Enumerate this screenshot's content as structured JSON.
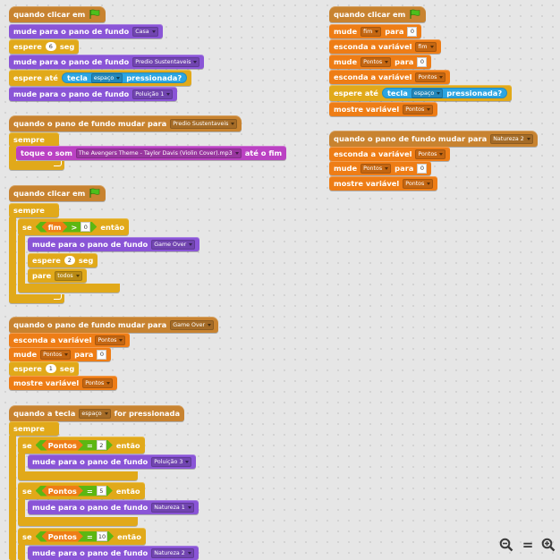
{
  "blocks": {
    "when_flag": "quando clicar em",
    "switch_backdrop": "mude para o pano de fundo",
    "wait": "espere",
    "seconds": "seg",
    "wait_until": "espere até",
    "key": "tecla",
    "pressed": "pressionada?",
    "when_backdrop": "quando o pano de fundo mudar para",
    "forever": "sempre",
    "play_sound": "toque o som",
    "until_done": "até o fim",
    "if": "se",
    "then": "então",
    "stop": "pare",
    "hide_variable": "esconda a variável",
    "set_var": "mude",
    "to": "para",
    "show_variable": "mostre variável",
    "when_key": "quando a tecla",
    "key_pressed": "for pressionada",
    "gt": ">",
    "eq": "="
  },
  "values": {
    "bd_casa": "Casa",
    "bd_predio": "Predio Sustentaveis",
    "bd_poluicao1": "Poluição 1",
    "bd_gameover": "Game Over",
    "bd_poluicao3": "Poluição 3",
    "bd_natureza1": "Natureza 1",
    "bd_natureza2": "Natureza 2",
    "key_space": "espaço",
    "sound": "The Avengers Theme - Taylor Davis (Violin Cover).mp3",
    "var_fim": "fim",
    "var_pontos": "Pontos",
    "stop_all": "todos",
    "n6": "6",
    "n2": "2",
    "n0": "0",
    "n1": "1",
    "n5": "5",
    "n10": "10"
  },
  "icons": {
    "flag": "green-flag-icon",
    "zoom_out": "zoom-out-icon",
    "zoom_reset": "zoom-reset-icon",
    "zoom_in": "zoom-in-icon"
  },
  "zoom": {
    "out": "−",
    "reset": "=",
    "in": "+"
  },
  "colors": {
    "looks": "#8a55d7",
    "control": "#e1a91a",
    "events": "#c88330",
    "data": "#ee7d16",
    "sound": "#bb42c3",
    "operators": "#5cb712",
    "sensing": "#2ca5e2"
  }
}
